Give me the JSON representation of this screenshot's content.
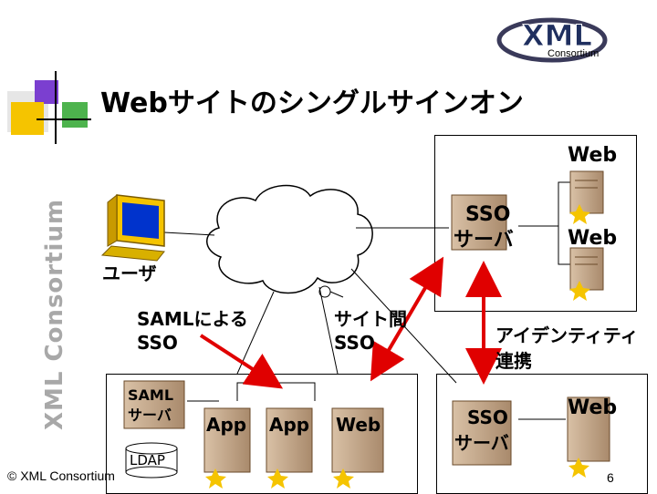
{
  "slide": {
    "title": "Webサイトのシングルサインオン",
    "brand_vertical": "XML Consortium",
    "footer": "© XML Consortium",
    "page_number": "6"
  },
  "logo": {
    "main_text": "XML",
    "sub_text": "Consortium"
  },
  "labels": {
    "user": "ユーザ",
    "saml_sso_line1": "SAMLによる",
    "saml_sso_line2": "SSO",
    "intersite_line1": "サイト間",
    "intersite_line2": "SSO",
    "identity_line1": "アイデンティティ",
    "identity_line2": "連携",
    "sso_server_top_line1": "SSO",
    "sso_server_top_line2": "サーバ",
    "web_top1": "Web",
    "web_top2": "Web",
    "saml_server_line1": "SAML",
    "saml_server_line2": "サーバ",
    "ldap": "LDAP",
    "app1": "App",
    "app2": "App",
    "web_bottom_left": "Web",
    "sso_server_bottom_line1": "SSO",
    "sso_server_bottom_line2": "サーバ",
    "web_bottom_right": "Web"
  },
  "colors": {
    "arrow": "#e00000",
    "accent_yellow": "#f5c400",
    "accent_purple": "#7b3fd0",
    "accent_green": "#4db34d",
    "brand_gray": "#a8a8a8"
  }
}
